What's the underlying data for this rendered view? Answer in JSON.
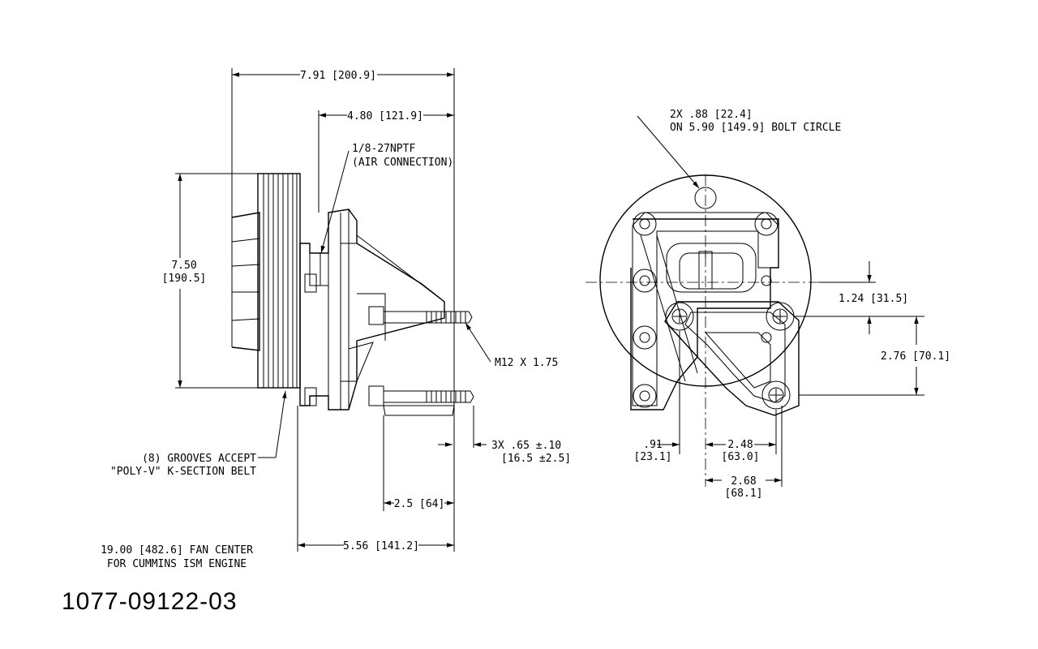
{
  "drawing": {
    "part_number": "1077-09122-03",
    "note_fan_center": [
      "19.00 [482.6] FAN CENTER",
      "FOR CUMMINS ISM ENGINE"
    ],
    "note_grooves": [
      "(8) GROOVES ACCEPT",
      "\"POLY-V\" K-SECTION BELT"
    ],
    "note_air": [
      "1/8-27NPTF",
      "(AIR CONNECTION)"
    ],
    "note_bolt": "M12 X 1.75",
    "note_bolt_circle": [
      "2X .88 [22.4]",
      "ON 5.90 [149.9] BOLT CIRCLE"
    ]
  },
  "dimensions": {
    "overall_length": "7.91 [200.9]",
    "mount_to_face": "4.80 [121.9]",
    "pulley_dia": [
      "7.50",
      "[190.5]"
    ],
    "stud_count": [
      "3X .65 ±.10",
      "[16.5 ±2.5]"
    ],
    "stud_length": "2.5 [64]",
    "hub_length": "5.56 [141.2]",
    "offset_y1": "1.24 [31.5]",
    "offset_y2": "2.76 [70.1]",
    "offset_x1": [
      ".91",
      "[23.1]"
    ],
    "offset_x2": [
      "2.48",
      "[63.0]"
    ],
    "offset_x3": [
      "2.68",
      "[68.1]"
    ]
  }
}
